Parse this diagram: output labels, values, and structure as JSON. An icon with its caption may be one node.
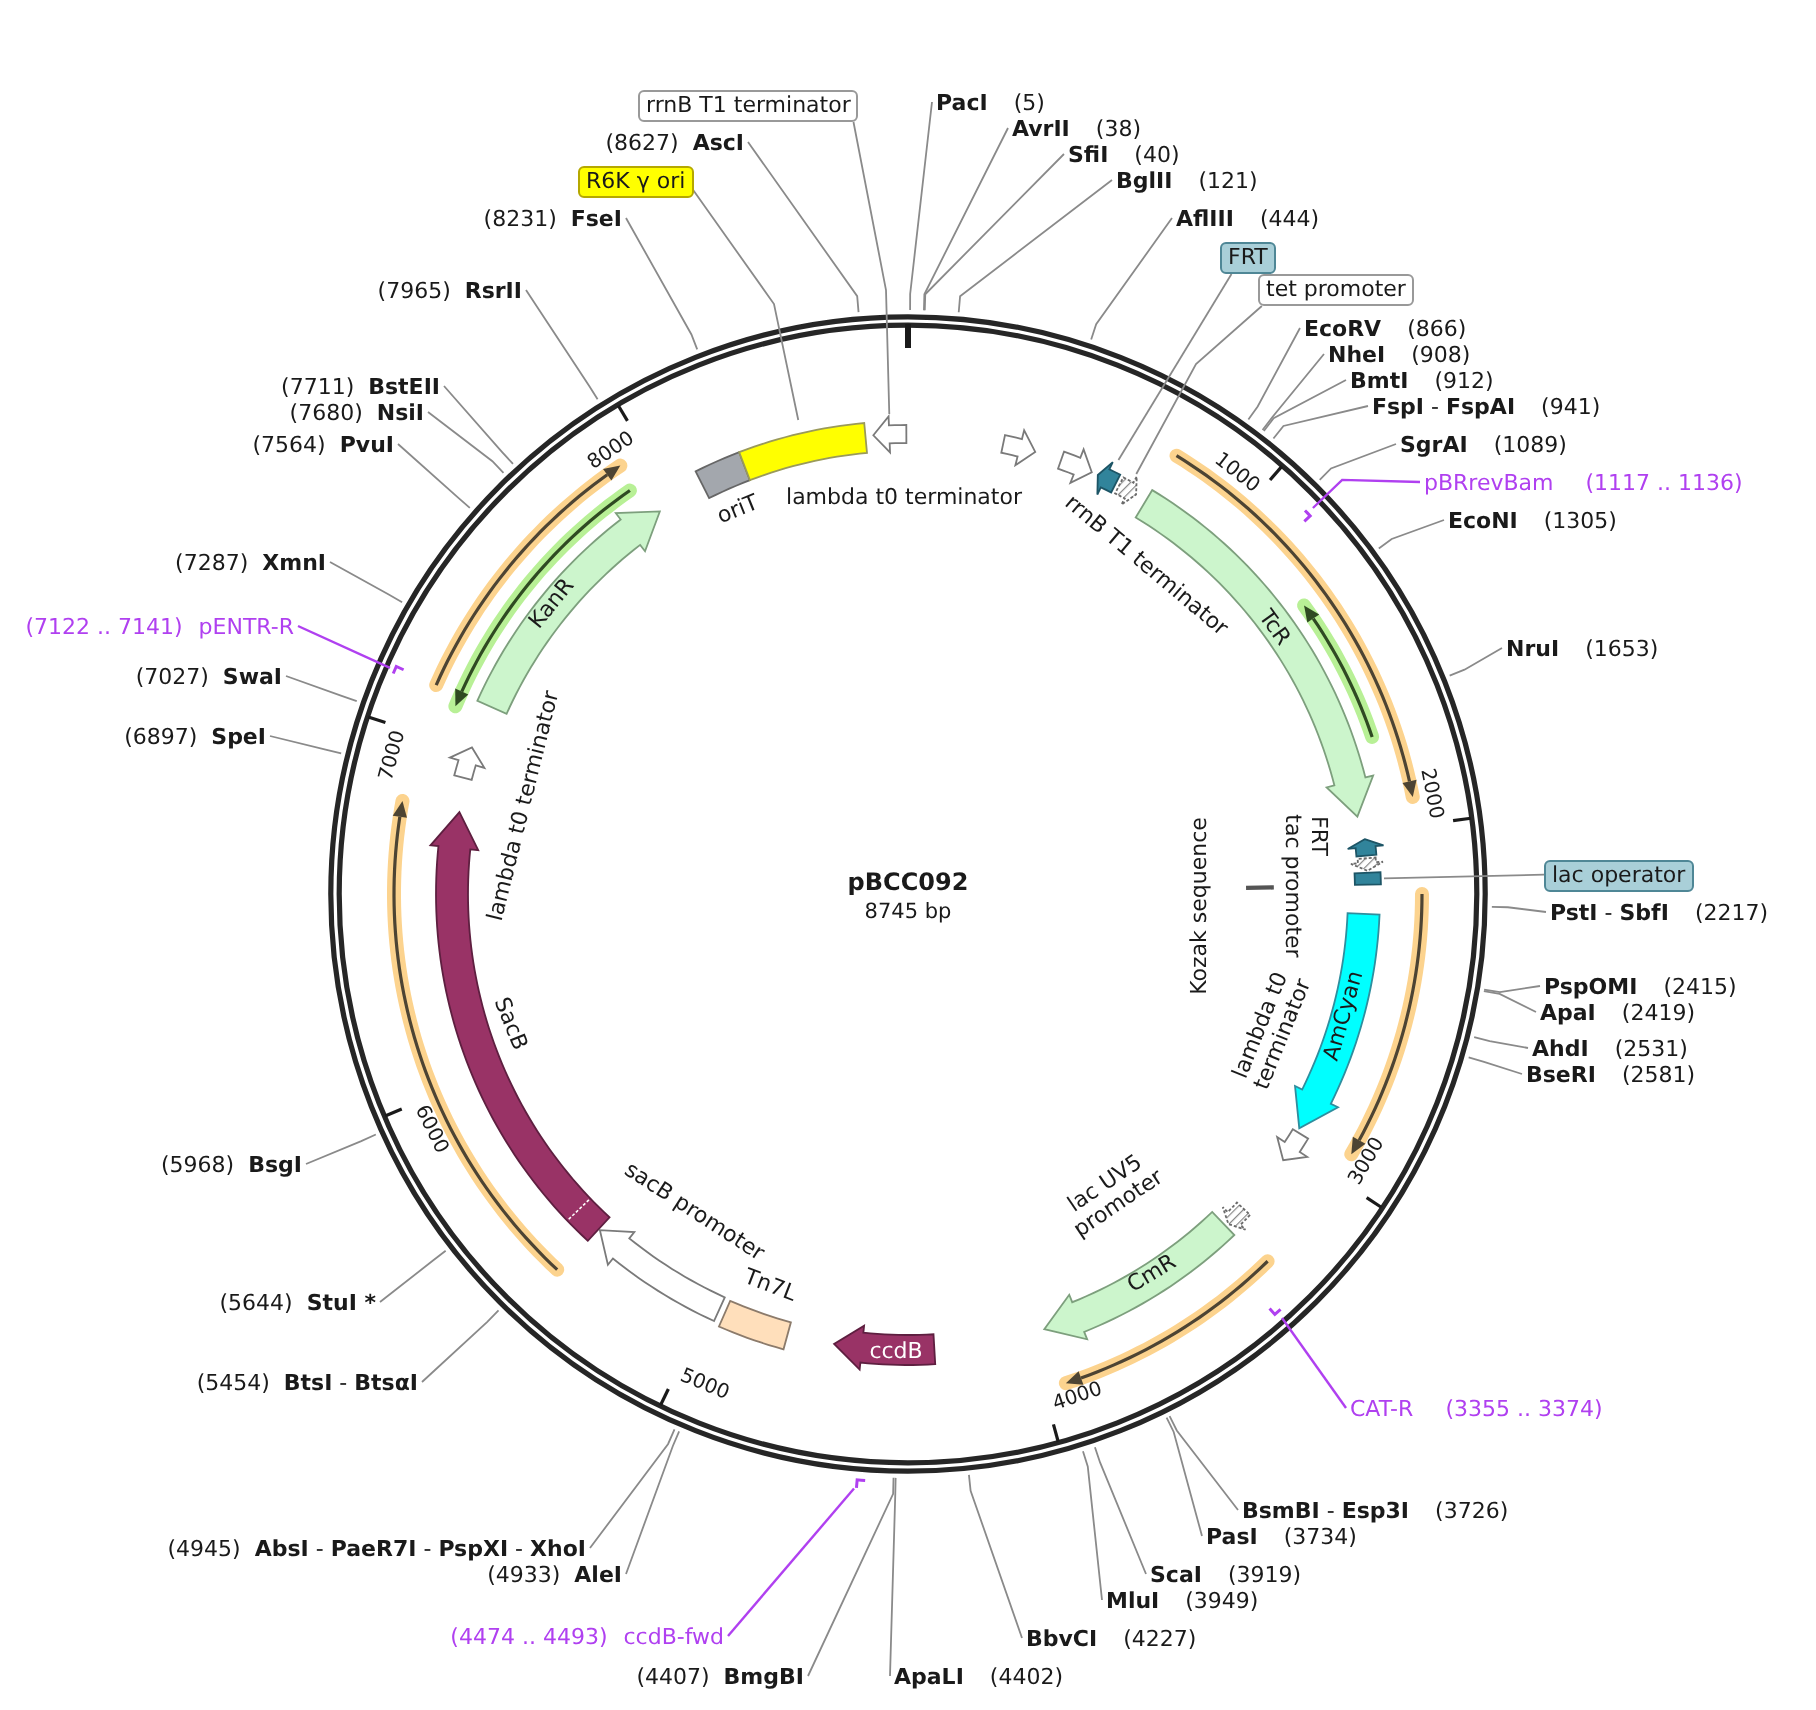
{
  "diagram": {
    "title": "pBCC092",
    "nodes": [
      {
        "text": [
          "lambda t0 terminator"
        ]
      },
      {
        "text": [
          "rrnB T1 terminator"
        ]
      },
      {
        "text": [],
        "shape": "arrow"
      },
      {
        "text": [],
        "shape": "arrow"
      },
      {
        "text": [
          "TcR"
        ]
      },
      {
        "text": [
          "FRT"
        ]
      },
      {
        "text": [
          "tac promoter"
        ]
      },
      {
        "text": [],
        "shape": "box"
      },
      {
        "text": [
          "Kozak sequence"
        ]
      },
      {
        "text": [
          "AmCyan"
        ]
      },
      {
        "text": [
          "lambda t0 terminator"
        ]
      },
      {
        "text": [
          "lac UV5 promoter"
        ]
      },
      {
        "text": [
          "CmR"
        ]
      },
      {
        "text": [
          "ccdB"
        ]
      },
      {
        "text": [
          "Tn7L"
        ]
      },
      {
        "text": [
          "sacB promoter"
        ]
      },
      {
        "text": [
          "SacB"
        ]
      },
      {
        "text": [
          "lambda t0 terminator"
        ]
      },
      {
        "text": [
          "KanR"
        ]
      },
      {
        "text": [
          "oriT"
        ]
      },
      {
        "text": [],
        "shape": "box"
      },
      {
        "text": [],
        "shape": "arrow"
      },
      {
        "text": [
          "rrnB T1 terminator"
        ]
      },
      {
        "text": [
          "R6K γ ori"
        ]
      },
      {
        "text": [
          "FRT"
        ]
      },
      {
        "text": [
          "tet promoter"
        ]
      },
      {
        "text": [
          "lac operator"
        ]
      },
      {
        "text": [
          "PacI",
          "(5)"
        ]
      },
      {
        "text": [
          "AvrII",
          "(38)"
        ]
      },
      {
        "text": [
          "SfiI",
          "(40)"
        ]
      },
      {
        "text": [
          "BglII",
          "(121)"
        ]
      },
      {
        "text": [
          "AflIII",
          "(444)"
        ]
      },
      {
        "text": [
          "EcoRV",
          "(866)"
        ]
      },
      {
        "text": [
          "NheI",
          "(908)"
        ]
      },
      {
        "text": [
          "BmtI",
          "(912)"
        ]
      },
      {
        "text": [
          "**FspI** - **FspAI**",
          "(941)"
        ]
      },
      {
        "text": [
          "SgrAI",
          "(1089)"
        ]
      },
      {
        "text": [
          "pBRrevBam",
          "(1117 .. 1136)"
        ]
      },
      {
        "text": [
          "EcoNI",
          "(1305)"
        ]
      },
      {
        "text": [
          "NruI",
          "(1653)"
        ]
      },
      {
        "text": [
          "**PstI** - **SbfI**",
          "(2217)"
        ]
      },
      {
        "text": [
          "PspOMI",
          "(2415)"
        ]
      },
      {
        "text": [
          "ApaI",
          "(2419)"
        ]
      },
      {
        "text": [
          "AhdI",
          "(2531)"
        ]
      },
      {
        "text": [
          "BseRI",
          "(2581)"
        ]
      },
      {
        "text": [
          "CAT-R",
          "(3355 .. 3374)"
        ]
      },
      {
        "text": [
          "**BsmBI** - **Esp3I**",
          "(3726)"
        ]
      },
      {
        "text": [
          "PasI",
          "(3734)"
        ]
      },
      {
        "text": [
          "ScaI",
          "(3919)"
        ]
      },
      {
        "text": [
          "MluI",
          "(3949)"
        ]
      },
      {
        "text": [
          "BbvCI",
          "(4227)"
        ]
      },
      {
        "text": [
          "ApaLI",
          "(4402)"
        ]
      },
      {
        "text": [
          "(4407)",
          "BmgBI"
        ]
      },
      {
        "text": [
          "(4474 .. 4493)",
          "ccdB-fwd"
        ]
      },
      {
        "text": [
          "(4933)",
          "AleI"
        ]
      },
      {
        "text": [
          "(4945)",
          "**AbsI** - **PaeR7I** - **PspXI** - **XhoI**"
        ]
      },
      {
        "text": [
          "(5454)",
          "**BtsI** - **BtsαI**"
        ]
      },
      {
        "text": [
          "(5644)",
          "StuI *"
        ]
      },
      {
        "text": [
          "(5968)",
          "BsgI"
        ]
      },
      {
        "text": [
          "(6897)",
          "SpeI"
        ]
      },
      {
        "text": [
          "(7027)",
          "SwaI"
        ]
      },
      {
        "text": [
          "(7122 .. 7141)",
          "pENTR-R"
        ]
      },
      {
        "text": [
          "(7287)",
          "XmnI"
        ]
      },
      {
        "text": [
          "(7564)",
          "PvuI"
        ]
      },
      {
        "text": [
          "(7680)",
          "NsiI"
        ]
      },
      {
        "text": [
          "(7711)",
          "BstEII"
        ]
      },
      {
        "text": [
          "(7965)",
          "RsrII"
        ]
      },
      {
        "text": [
          "(8231)",
          "FseI"
        ]
      },
      {
        "text": [
          "(8627)",
          "AscI"
        ]
      },
      {
        "text": [],
        "shape": "bar"
      },
      {
        "text": [],
        "shape": "bar"
      },
      {
        "text": [],
        "shape": "bar"
      },
      {
        "text": [],
        "shape": "bar"
      }
    ],
    "edges": [
      {
        "from": 22,
        "to": 21,
        "arrow": "none"
      },
      {
        "from": 23,
        "to": 20,
        "arrow": "none"
      },
      {
        "from": 24,
        "to": 2,
        "arrow": "none"
      },
      {
        "from": 25,
        "to": 3,
        "arrow": "none"
      },
      {
        "from": 26,
        "to": 7,
        "arrow": "none"
      },
      {
        "from": 27,
        "to": null,
        "arrow": "none"
      },
      {
        "from": 28,
        "to": null,
        "arrow": "none"
      },
      {
        "from": 29,
        "to": null,
        "arrow": "none"
      },
      {
        "from": 30,
        "to": null,
        "arrow": "none"
      },
      {
        "from": 31,
        "to": null,
        "arrow": "none"
      },
      {
        "from": 32,
        "to": null,
        "arrow": "none"
      },
      {
        "from": 33,
        "to": null,
        "arrow": "none"
      },
      {
        "from": 34,
        "to": null,
        "arrow": "none"
      },
      {
        "from": 35,
        "to": null,
        "arrow": "none"
      },
      {
        "from": 36,
        "to": null,
        "arrow": "none"
      },
      {
        "from": 38,
        "to": null,
        "arrow": "none"
      },
      {
        "from": 39,
        "to": null,
        "arrow": "none"
      },
      {
        "from": 40,
        "to": null,
        "arrow": "none"
      },
      {
        "from": 41,
        "to": null,
        "arrow": "none"
      },
      {
        "from": 42,
        "to": null,
        "arrow": "none"
      },
      {
        "from": 43,
        "to": null,
        "arrow": "none"
      },
      {
        "from": 44,
        "to": null,
        "arrow": "none"
      },
      {
        "from": 46,
        "to": null,
        "arrow": "none"
      },
      {
        "from": 47,
        "to": null,
        "arrow": "none"
      },
      {
        "from": 48,
        "to": null,
        "arrow": "none"
      },
      {
        "from": 49,
        "to": null,
        "arrow": "none"
      },
      {
        "from": 50,
        "to": null,
        "arrow": "none"
      },
      {
        "from": 51,
        "to": null,
        "arrow": "none"
      },
      {
        "from": 52,
        "to": null,
        "arrow": "none"
      },
      {
        "from": 54,
        "to": null,
        "arrow": "none"
      },
      {
        "from": 55,
        "to": null,
        "arrow": "none"
      },
      {
        "from": 56,
        "to": null,
        "arrow": "none"
      },
      {
        "from": 57,
        "to": null,
        "arrow": "none"
      },
      {
        "from": 58,
        "to": null,
        "arrow": "none"
      },
      {
        "from": 59,
        "to": null,
        "arrow": "none"
      },
      {
        "from": 60,
        "to": null,
        "arrow": "none"
      },
      {
        "from": 62,
        "to": null,
        "arrow": "none"
      },
      {
        "from": 63,
        "to": null,
        "arrow": "none"
      },
      {
        "from": 64,
        "to": null,
        "arrow": "none"
      },
      {
        "from": 65,
        "to": null,
        "arrow": "none"
      },
      {
        "from": 66,
        "to": null,
        "arrow": "none"
      },
      {
        "from": 67,
        "to": null,
        "arrow": "none"
      },
      {
        "from": 68,
        "to": null,
        "arrow": "none"
      },
      {
        "from": 37,
        "to": 69,
        "arrow": "none",
        "color": "#b040f0"
      },
      {
        "from": 45,
        "to": 70,
        "arrow": "none",
        "color": "#b040f0"
      },
      {
        "from": 53,
        "to": 71,
        "arrow": "none",
        "color": "#b040f0"
      },
      {
        "from": 61,
        "to": 72,
        "arrow": "none",
        "color": "#b040f0"
      }
    ],
    "labels": [
      "1000",
      "2000",
      "3000",
      "4000",
      "5000",
      "6000",
      "7000",
      "8000",
      "8745 bp"
    ]
  }
}
